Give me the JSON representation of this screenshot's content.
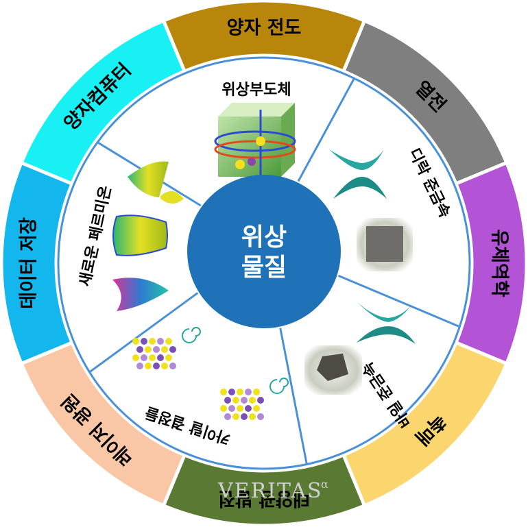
{
  "center": {
    "line1": "위상",
    "line2": "물질",
    "color": "#1f72b8"
  },
  "outer_ring": [
    {
      "label": "양자 전도",
      "color": "#b8860b"
    },
    {
      "label": "열전",
      "color": "#7f7f7f"
    },
    {
      "label": "유체역학",
      "color": "#b353d6"
    },
    {
      "label": "촉매",
      "color": "#fbd56d"
    },
    {
      "label": "태양광 발전",
      "color": "#5a7a34"
    },
    {
      "label": "레이저 광원",
      "color": "#f9c6a6"
    },
    {
      "label": "데이터 저장",
      "color": "#13b7ee"
    },
    {
      "label": "양자컴퓨터",
      "color": "#19f0f3"
    }
  ],
  "inner_sectors": [
    {
      "label": "위상부도체"
    },
    {
      "label": "디락 준금속"
    },
    {
      "label": "바일 준금속"
    },
    {
      "label": "카이랄 결정들"
    },
    {
      "label": "새로운 페르미온"
    }
  ],
  "watermark": "VERITAS",
  "watermark_sup": "α",
  "colors": {
    "inner_border": "#4a90d9",
    "ring_gap": "#ffffff"
  }
}
